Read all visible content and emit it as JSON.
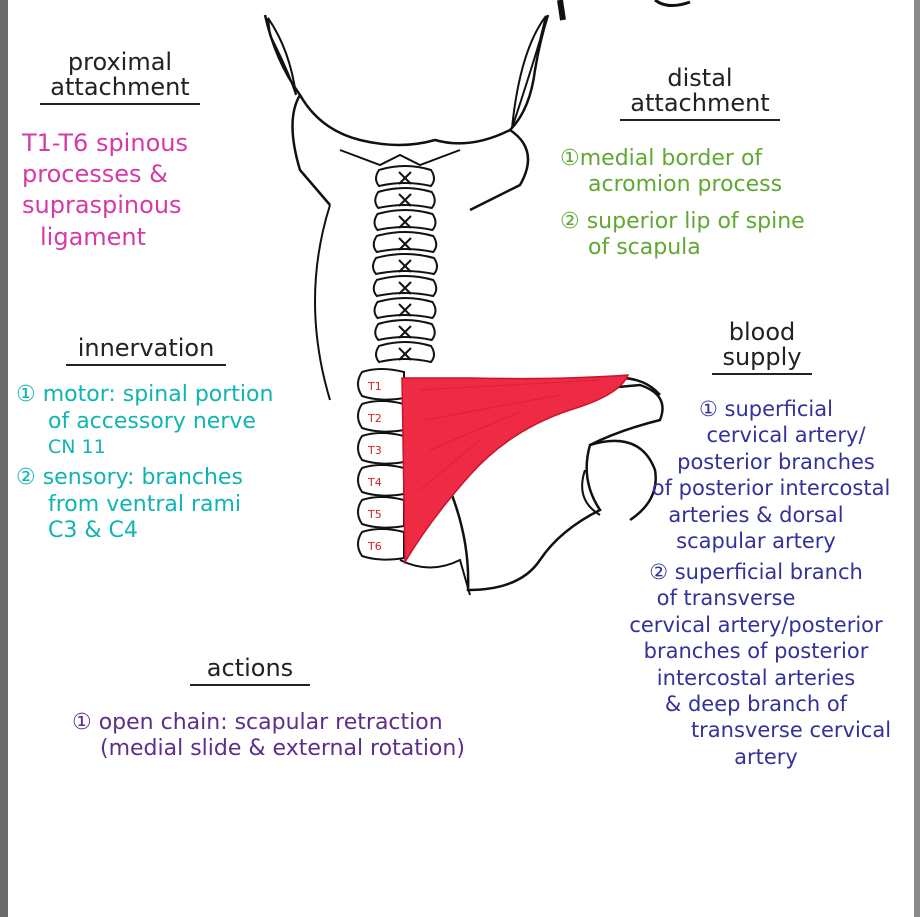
{
  "proximal": {
    "heading_1": "proximal",
    "heading_2": "attachment",
    "lines": [
      "T1-T6 spinous",
      "processes &",
      "supraspinous",
      "ligament"
    ]
  },
  "distal": {
    "heading_1": "distal",
    "heading_2": "attachment",
    "lines": [
      "①medial border of",
      "acromion process",
      "② superior lip of spine",
      "of scapula"
    ]
  },
  "innervation": {
    "heading": "innervation",
    "lines": [
      "① motor: spinal portion",
      "of accessory nerve",
      "CN 11",
      "② sensory: branches",
      "from ventral rami",
      "C3 & C4"
    ]
  },
  "blood_supply": {
    "heading_1": "blood",
    "heading_2": "supply",
    "lines": [
      "① superficial",
      "cervical artery/",
      "posterior branches",
      "of posterior intercostal",
      "arteries & dorsal",
      "scapular artery",
      "② superficial branch",
      "of transverse",
      "cervical artery/posterior",
      "branches of posterior",
      "intercostal arteries",
      "& deep branch of",
      "transverse cervical",
      "artery"
    ]
  },
  "actions": {
    "heading": "actions",
    "lines": [
      "① open chain: scapular retraction",
      "(medial slide & external rotation)"
    ]
  },
  "vertebra_labels": [
    "T1",
    "T2",
    "T3",
    "T4",
    "T5",
    "T6"
  ],
  "colors": {
    "proximal": "#d63aa6",
    "distal": "#5fa832",
    "innervation": "#10b4b0",
    "blood_supply": "#33319a",
    "actions": "#5e2f8a",
    "muscle": "#ee2a45"
  }
}
